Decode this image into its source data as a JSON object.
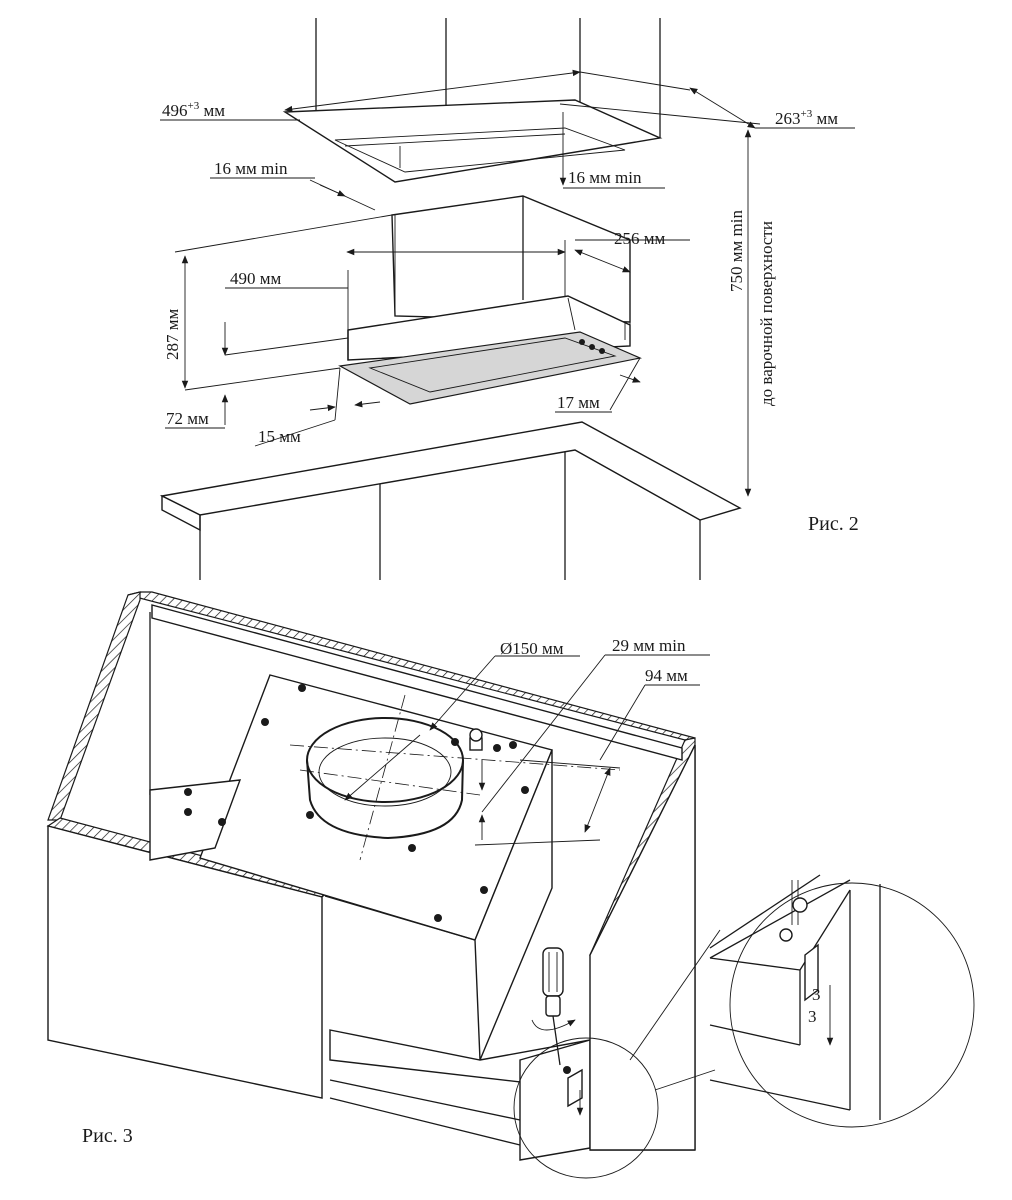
{
  "figure2": {
    "caption": "Рис. 2",
    "dim_width_cabinet": "496",
    "dim_width_cabinet_tol": "+3",
    "dim_width_cabinet_unit": " мм",
    "dim_depth_cabinet": "263",
    "dim_depth_cabinet_tol": "+3",
    "dim_depth_cabinet_unit": " мм",
    "dim_side_gap": "16 мм min",
    "dim_front_gap": "16 мм min",
    "dim_height_label": "750 мм min",
    "dim_height_note": "до варочной поверхности",
    "dim_hood_depth": "256 мм",
    "dim_hood_width": "490 мм",
    "dim_hood_height": "287 мм",
    "dim_panel_height": "72 мм",
    "dim_side_offset": "15 мм",
    "dim_front_offset": "17 мм"
  },
  "figure3": {
    "caption": "Рис. 3",
    "dim_duct_diameter": "Ø150 мм",
    "dim_min_clearance": "29 мм min",
    "dim_offset": "94 мм",
    "detail_label": "3"
  }
}
